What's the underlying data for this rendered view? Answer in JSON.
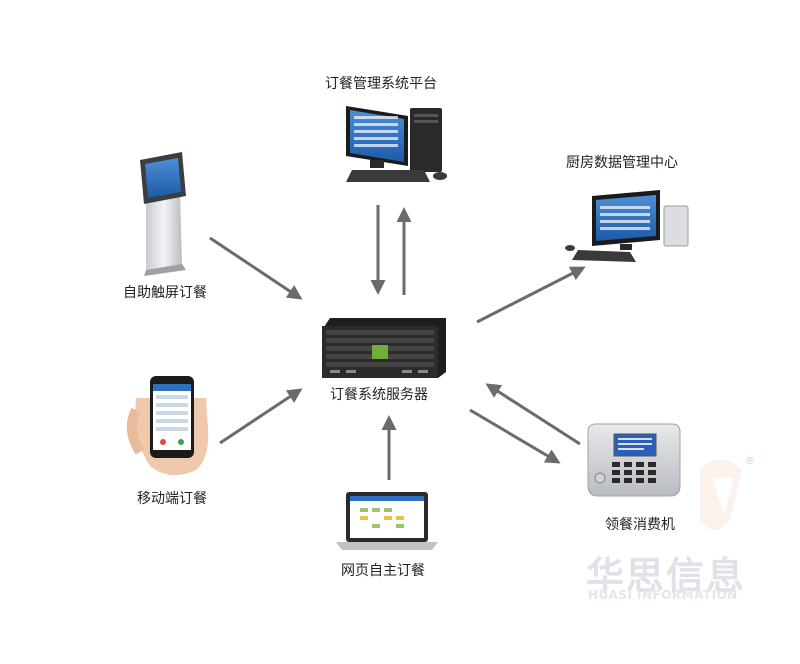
{
  "nodes": {
    "platform": "订餐管理系统平台",
    "kitchen": "厨房数据管理中心",
    "kiosk": "自助触屏订餐",
    "server": "订餐系统服务器",
    "mobile": "移动端订餐",
    "web": "网页自主订餐",
    "terminal": "领餐消费机"
  },
  "watermark": {
    "name": "华思信息",
    "name_en": "HUASI INFORMATION",
    "registered": "®"
  },
  "colors": {
    "arrow": "#6b6b6b",
    "screen_blue": "#2f6fbf",
    "device_dark": "#2a2a2a"
  }
}
